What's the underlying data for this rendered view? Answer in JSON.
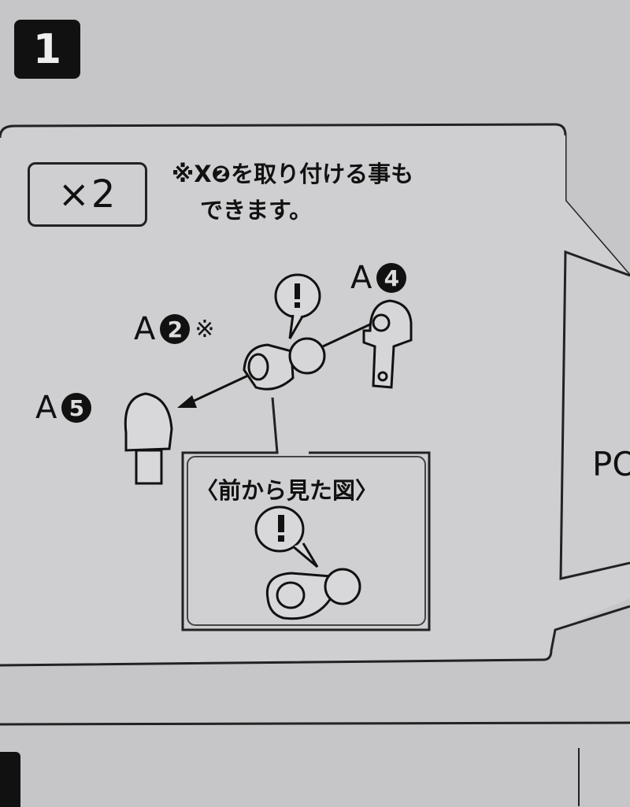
{
  "step": {
    "number": "1"
  },
  "quantity_label": "×2",
  "note": {
    "line1": "※X❷を取り付ける事も",
    "line2": "できます。"
  },
  "parts": [
    {
      "letter": "A",
      "number": "2",
      "suffix": "※"
    },
    {
      "letter": "A",
      "number": "4",
      "suffix": ""
    },
    {
      "letter": "A",
      "number": "5",
      "suffix": ""
    }
  ],
  "front_view_title": "〈前から見た図〉",
  "side_panel_text": "PO"
}
